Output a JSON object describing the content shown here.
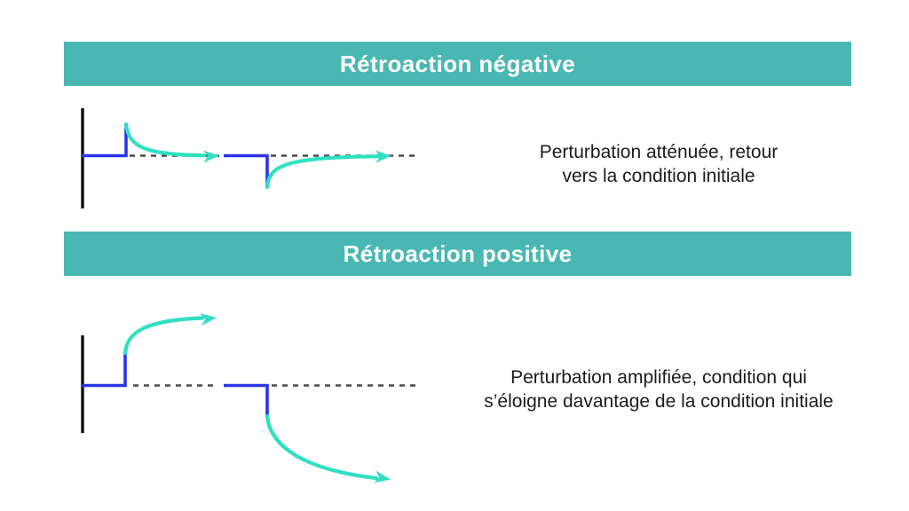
{
  "colors": {
    "background": "#ffffff",
    "teal_bar": "#4ab8b2",
    "arrow_teal": "#2ee0c2",
    "line_blue": "#2a35e8",
    "dash_gray": "#4a4a4a",
    "axis_black": "#0e0e0e",
    "header_text": "#ffffff",
    "body_text": "#1b1b1b"
  },
  "sections": [
    {
      "header": "Rétroaction négative",
      "caption_lines": [
        "Perturbation atténuée, retour",
        "vers la condition initiale"
      ]
    },
    {
      "header": "Rétroaction positive",
      "caption_lines": [
        "Perturbation amplifiée, condition qui",
        "s’éloigne davantage de la condition initiale"
      ]
    }
  ]
}
